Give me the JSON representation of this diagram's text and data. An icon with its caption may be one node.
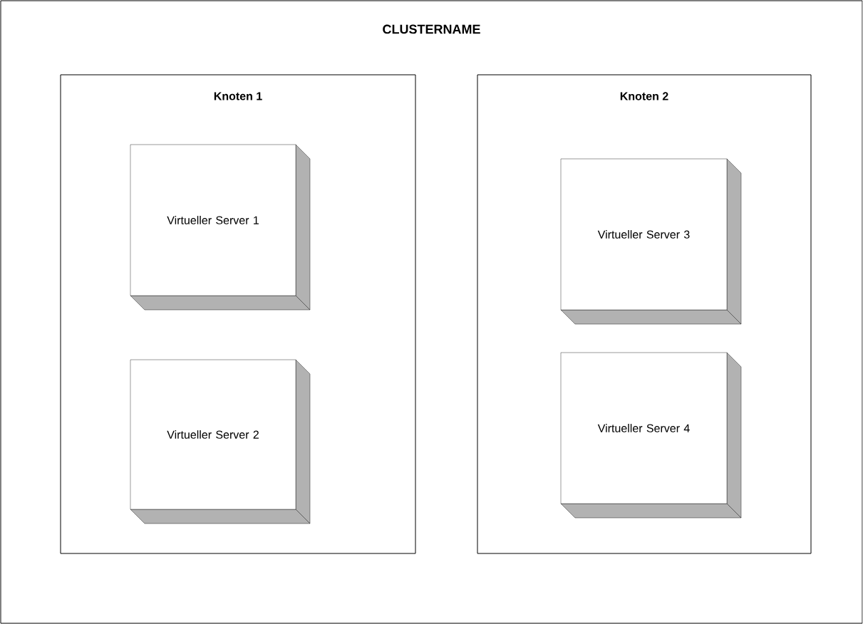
{
  "diagram": {
    "nodes": [
      {
        "text": [
          "CLUSTERNAME"
        ]
      },
      {
        "text": [
          "Knoten 1"
        ],
        "in": 0
      },
      {
        "text": [
          "Knoten 2"
        ],
        "in": 0
      },
      {
        "text": [
          "Virtueller Server 1"
        ],
        "in": 1
      },
      {
        "text": [
          "Virtueller Server 2"
        ],
        "in": 1
      },
      {
        "text": [
          "Virtueller Server 3"
        ],
        "in": 2
      },
      {
        "text": [
          "Virtueller Server 4"
        ],
        "in": 2
      }
    ],
    "edges": []
  }
}
